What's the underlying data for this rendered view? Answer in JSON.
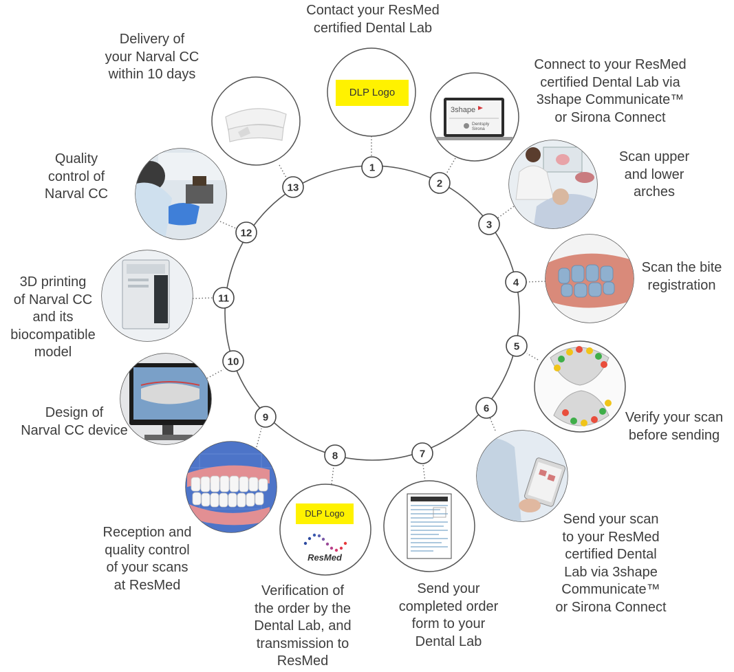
{
  "steps": [
    {
      "number": "1",
      "label": "Contact your ResMed\ncertified Dental Lab",
      "image": "dlp-logo"
    },
    {
      "number": "2",
      "label": "Connect to your ResMed\ncertified Dental Lab via\n3shape Communicate™\nor Sirona Connect",
      "image": "laptop-3shape-dentsply"
    },
    {
      "number": "3",
      "label": "Scan upper\nand lower\narches",
      "image": "dentist-scanning-patient"
    },
    {
      "number": "4",
      "label": "Scan the bite\nregistration",
      "image": "bite-scan-3d"
    },
    {
      "number": "5",
      "label": "Verify your scan\nbefore sending",
      "image": "arches-heatmap"
    },
    {
      "number": "6",
      "label": "Send your scan\nto your ResMed\ncertified Dental\nLab via 3shape\nCommunicate™\nor Sirona Connect",
      "image": "tablet-in-hand"
    },
    {
      "number": "7",
      "label": "Send your\ncompleted order\nform to your\nDental Lab",
      "image": "order-form"
    },
    {
      "number": "8",
      "label": "Verification of\nthe order by the\nDental Lab, and\ntransmission to\nResMed",
      "image": "dlp-logo-resmed"
    },
    {
      "number": "9",
      "label": "Reception and\nquality control\nof your scans\nat ResMed",
      "image": "teeth-model-3d"
    },
    {
      "number": "10",
      "label": "Design of\nNarval CC device",
      "image": "monitor-design"
    },
    {
      "number": "11",
      "label": "3D printing\nof Narval CC\nand its\nbiocompatible\nmodel",
      "image": "3d-printer"
    },
    {
      "number": "12",
      "label": "Quality\ncontrol of\nNarval CC",
      "image": "lab-technician"
    },
    {
      "number": "13",
      "label": "Delivery of\nyour Narval CC\nwithin 10 days",
      "image": "narval-device"
    }
  ],
  "logos": {
    "dlp": "DLP Logo",
    "resmed": "ResMed",
    "threeshape": "3shape",
    "dentsply": "Dentsply\nSirona"
  },
  "colors": {
    "logo_yellow": "#fff200",
    "circle_stroke": "#555555",
    "text": "#3d3d3d"
  }
}
